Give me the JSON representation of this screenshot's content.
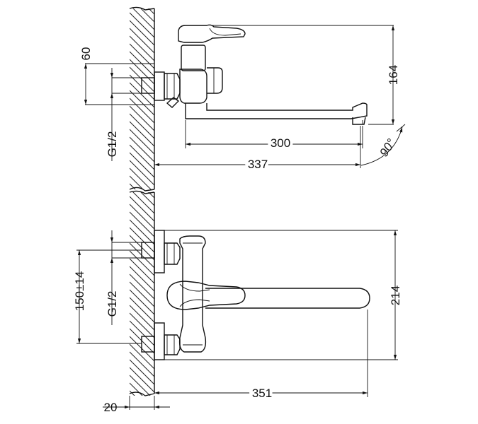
{
  "dimensions": {
    "d60": "60",
    "d164": "164",
    "g12_top": "G1/2",
    "d300": "300",
    "d337": "337",
    "angle": "90°",
    "d150": "150±14",
    "g12_bottom": "G1/2",
    "d214": "214",
    "d351": "351",
    "d20": "20"
  }
}
